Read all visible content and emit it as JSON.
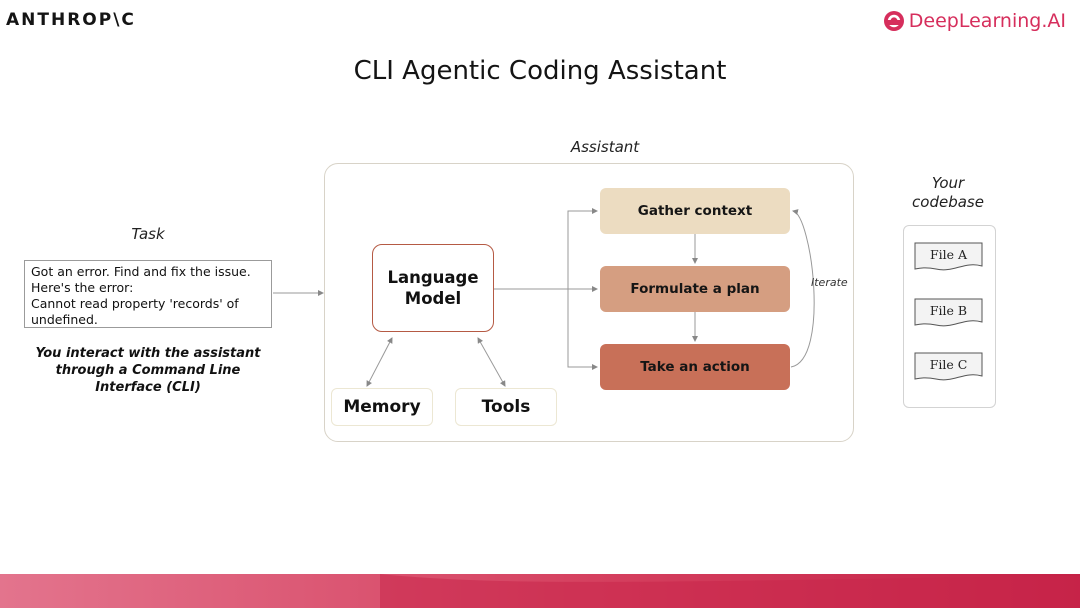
{
  "branding": {
    "left_logo_text": "ANTHROP\\C",
    "right_logo_text": "DeepLearning.AI",
    "right_logo_color": "#d62e5c"
  },
  "slide_title": "CLI Agentic Coding Assistant",
  "assistant": {
    "label": "Assistant",
    "language_model": {
      "line1": "Language",
      "line2": "Model"
    },
    "memory_label": "Memory",
    "tools_label": "Tools",
    "steps": [
      {
        "label": "Gather context",
        "color": "#ecdcc1"
      },
      {
        "label": "Formulate a plan",
        "color": "#d59e81"
      },
      {
        "label": "Take an action",
        "color": "#c87058"
      }
    ],
    "iterate_label": "Iterate"
  },
  "task": {
    "label": "Task",
    "lines": [
      "Got an error. Find and fix the issue.",
      "Here's the error:",
      "Cannot read property 'records' of",
      "undefined."
    ],
    "note_lines": [
      "You interact with the assistant",
      "through a Command Line",
      "Interface (CLI)"
    ]
  },
  "codebase": {
    "label_line1": "Your",
    "label_line2": "codebase",
    "files": [
      "File A",
      "File B",
      "File C"
    ]
  },
  "colors": {
    "lm_border": "#b55a44",
    "footer_left": "#e06d86",
    "footer_right": "#c72347"
  }
}
